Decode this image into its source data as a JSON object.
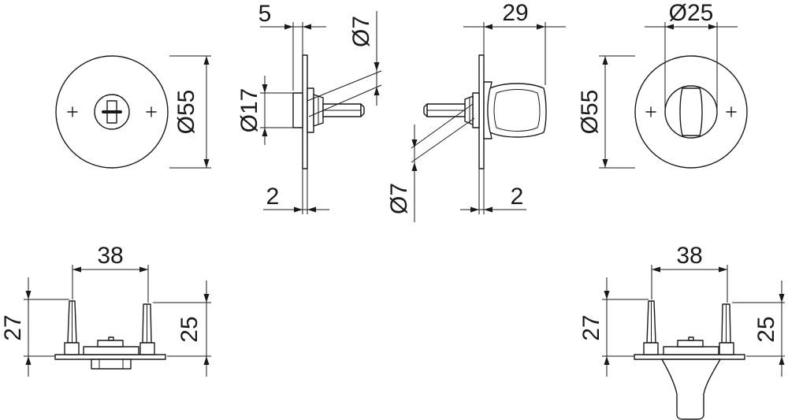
{
  "dimensions": {
    "top_left_front_diameter": "Ø55",
    "rosette_offset": "5",
    "spindle_diameter_left": "Ø7",
    "spindle_diameter_right": "Ø7",
    "collar_diameter": "Ø17",
    "plate_thickness_left": "2",
    "plate_thickness_right": "2",
    "knob_depth": "29",
    "knob_diameter": "Ø25",
    "top_right_front_diameter": "Ø55",
    "bottom_left_spacing": "38",
    "bottom_left_height_a": "27",
    "bottom_left_height_b": "25",
    "bottom_right_spacing": "38",
    "bottom_right_height_a": "27",
    "bottom_right_height_b": "25"
  }
}
